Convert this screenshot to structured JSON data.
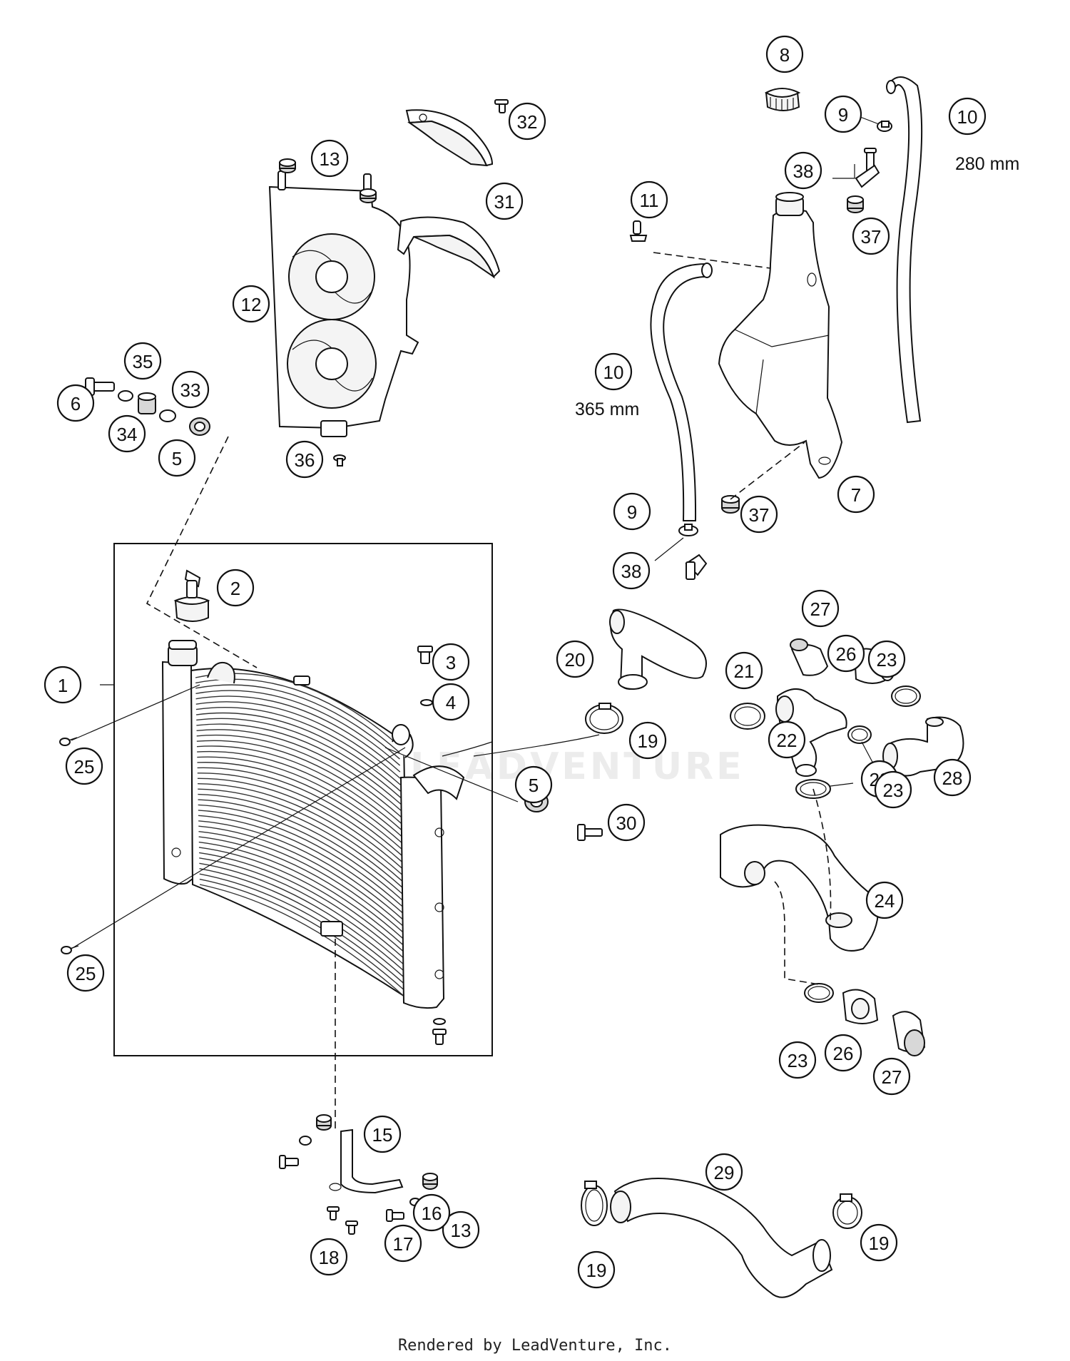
{
  "watermark_text": "LEADVENTURE",
  "footer_text": "Rendered by LeadVenture, Inc.",
  "dimensions": {
    "hose_upper": "280 mm",
    "hose_left": "365 mm"
  },
  "callouts": [
    "1",
    "2",
    "3",
    "4",
    "5",
    "5",
    "6",
    "7",
    "8",
    "9",
    "9",
    "10",
    "10",
    "11",
    "12",
    "13",
    "13",
    "15",
    "16",
    "17",
    "18",
    "19",
    "19",
    "19",
    "20",
    "21",
    "22",
    "23",
    "23",
    "23",
    "23",
    "24",
    "25",
    "25",
    "26",
    "26",
    "27",
    "27",
    "28",
    "29",
    "30",
    "31",
    "32",
    "33",
    "34",
    "35",
    "36",
    "37",
    "37",
    "38",
    "38"
  ]
}
